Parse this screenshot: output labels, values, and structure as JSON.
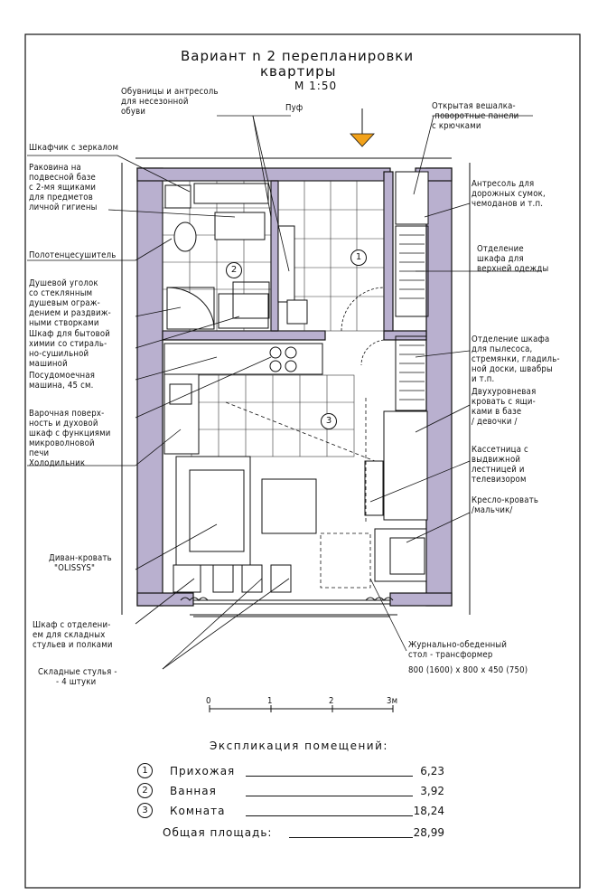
{
  "title": {
    "line1": "Вариант n 2  перепланировки",
    "line2": "квартиры",
    "scale": "М 1:50"
  },
  "labels": {
    "puf": "Пуф",
    "shoes": [
      "Обувницы и антресоль",
      "для несезонной",
      "обуви"
    ],
    "hanger": [
      "Открытая вешалка-",
      "-поворотные панели",
      "с крючками"
    ],
    "mirror": [
      "Шкафчик с зеркалом"
    ],
    "sink": [
      "Раковина на",
      "подвесной базе",
      "с 2-мя ящиками",
      "для предметов",
      "личной гигиены"
    ],
    "antresol": [
      "Антресоль для",
      "дорожных сумок,",
      "чемоданов и т.п."
    ],
    "towel": [
      "Полотенцесушитель"
    ],
    "outerwear": [
      "Отделение",
      "шкафа для",
      "верхней одежды"
    ],
    "shower": [
      "Душевой уголок",
      "со стеклянным",
      "душевым ограж-",
      "дением и раздвиж-",
      "ными створками"
    ],
    "chem": [
      "Шкаф для бытовой",
      "химии со стираль-",
      "но-сушильной",
      "машиной"
    ],
    "vacuum": [
      "Отделение шкафа",
      "для пылесоса,",
      "стремянки, гладиль-",
      "ной доски, швабры",
      "и т.п."
    ],
    "dishwasher": [
      "Посудомоечная",
      "машина, 45 см."
    ],
    "bunk": [
      "Двухуровневая",
      "кровать с ящи-",
      "ками в базе",
      "/ девочки /"
    ],
    "hob": [
      "Варочная поверх-",
      "ность и духовой",
      "шкаф с функциями",
      "микроволновой",
      "печи"
    ],
    "fridge": [
      "Холодильник"
    ],
    "cassette": [
      "Кассетница с",
      "выдвижной",
      "лестницей и",
      "телевизором"
    ],
    "armchair": [
      "Кресло-кровать",
      "/мальчик/"
    ],
    "sofa": [
      "Диван-кровать",
      "\"OLISSYS\""
    ],
    "wardrobe": [
      "Шкаф с отделени-",
      "ем для складных",
      "стульев и полками"
    ],
    "chairs": [
      "Складные стулья -",
      "- 4 штуки"
    ],
    "table": [
      "Журнально-обеденный",
      "стол - трансформер",
      "800 (1600) x 800 x 450 (750)"
    ]
  },
  "rooms": {
    "r1": "1",
    "r2": "2",
    "r3": "3"
  },
  "scalebar": {
    "ticks": [
      "0",
      "1",
      "2",
      "3м"
    ]
  },
  "explication": {
    "heading": "Экспликация помещений:",
    "rows": [
      {
        "num": "1",
        "name": "Прихожая",
        "value": "6,23"
      },
      {
        "num": "2",
        "name": "Ванная",
        "value": "3,92"
      },
      {
        "num": "3",
        "name": "Комната",
        "value": "18,24"
      }
    ],
    "total_label": "Общая площадь:",
    "total_value": "28,99"
  },
  "colors": {
    "wall_fill": "#b9b0cf",
    "ink": "#111111",
    "accent": "#f2a21b"
  }
}
